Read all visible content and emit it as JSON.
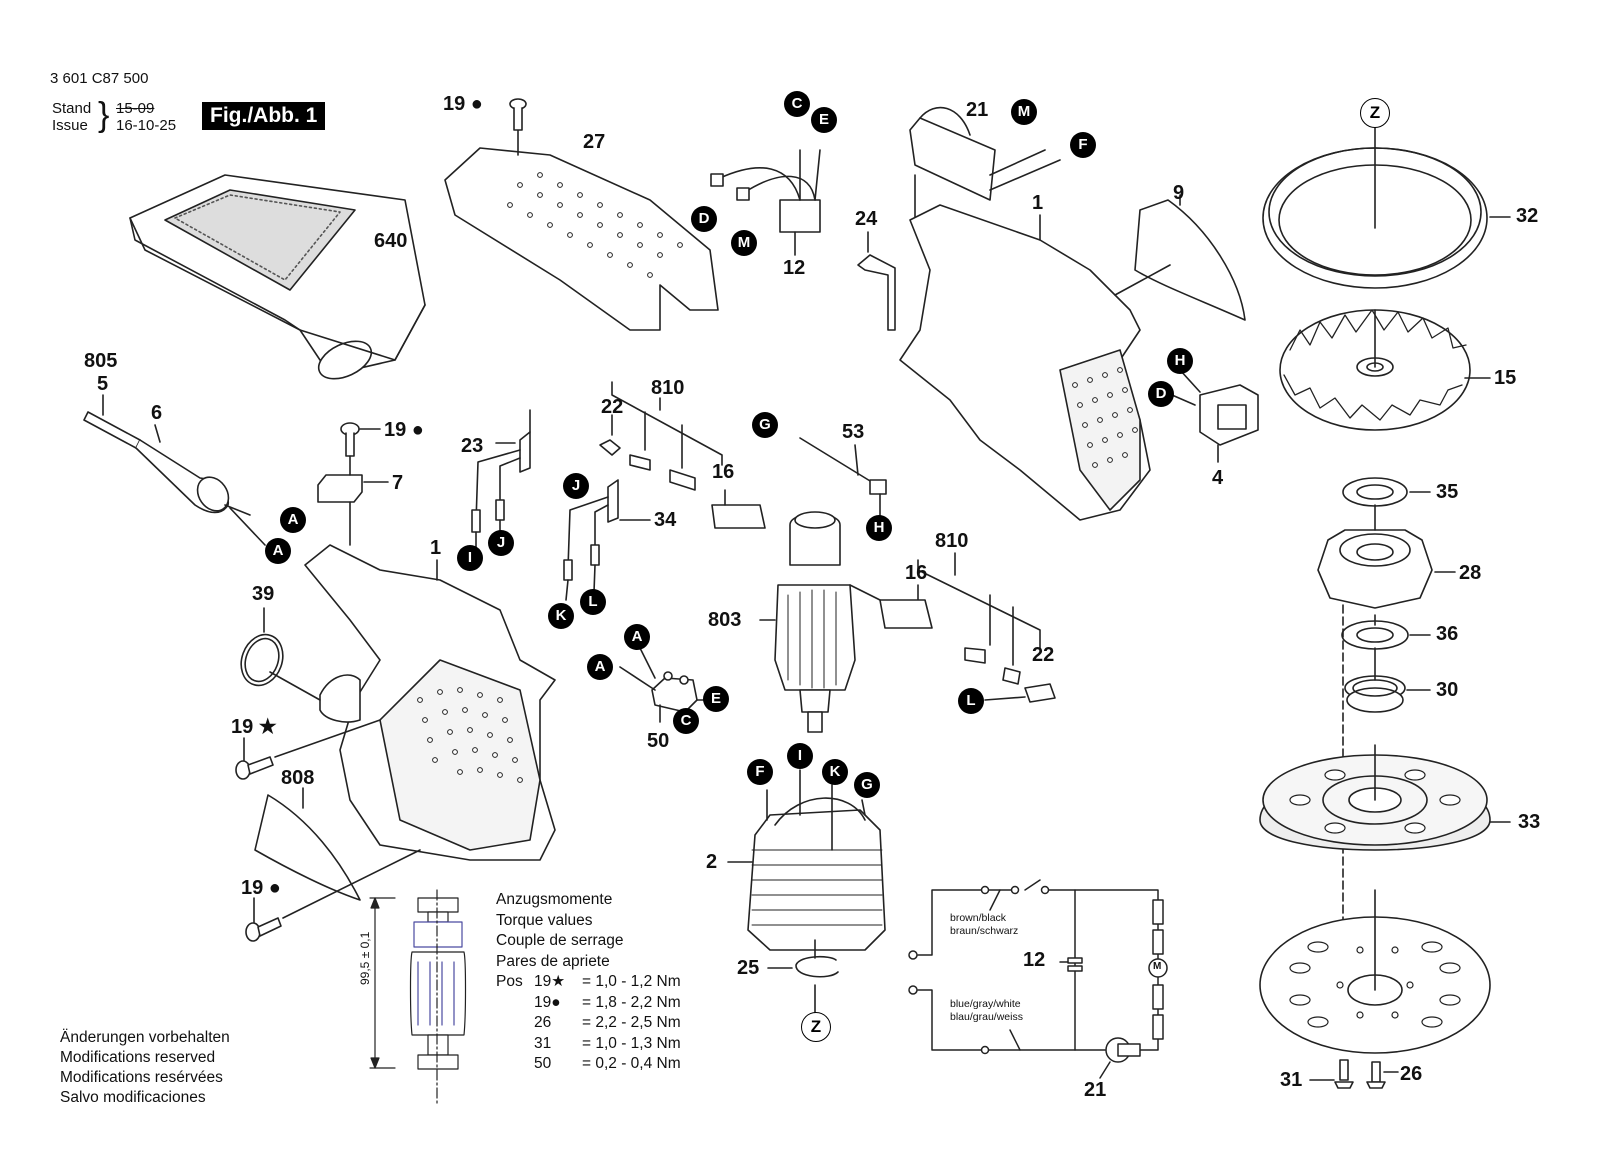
{
  "header": {
    "document_number": "3 601 C87 500",
    "stand_label": "Stand",
    "issue_label": "Issue",
    "old_date": "15-09",
    "issue_date": "16-10-25",
    "figure_badge": "Fig./Abb. 1"
  },
  "parts": [
    {
      "id": "p27",
      "label": "27"
    },
    {
      "id": "p640",
      "label": "640"
    },
    {
      "id": "p805",
      "label": "805"
    },
    {
      "id": "p5",
      "label": "5"
    },
    {
      "id": "p6",
      "label": "6"
    },
    {
      "id": "p19a",
      "label": "19 ●"
    },
    {
      "id": "p19b",
      "label": "19 ●"
    },
    {
      "id": "p7",
      "label": "7"
    },
    {
      "id": "p1a",
      "label": "1"
    },
    {
      "id": "p39",
      "label": "39"
    },
    {
      "id": "p19star",
      "label": "19 ★"
    },
    {
      "id": "p808",
      "label": "808"
    },
    {
      "id": "p19c",
      "label": "19 ●"
    },
    {
      "id": "p23",
      "label": "23"
    },
    {
      "id": "p22a",
      "label": "22"
    },
    {
      "id": "p810a",
      "label": "810"
    },
    {
      "id": "p16a",
      "label": "16"
    },
    {
      "id": "p34",
      "label": "34"
    },
    {
      "id": "p50",
      "label": "50"
    },
    {
      "id": "p12",
      "label": "12"
    },
    {
      "id": "p53",
      "label": "53"
    },
    {
      "id": "p803",
      "label": "803"
    },
    {
      "id": "p810b",
      "label": "810"
    },
    {
      "id": "p16b",
      "label": "16"
    },
    {
      "id": "p22b",
      "label": "22"
    },
    {
      "id": "p2",
      "label": "2"
    },
    {
      "id": "p25",
      "label": "25"
    },
    {
      "id": "p24",
      "label": "24"
    },
    {
      "id": "p21a",
      "label": "21"
    },
    {
      "id": "p1b",
      "label": "1"
    },
    {
      "id": "p9",
      "label": "9"
    },
    {
      "id": "p4",
      "label": "4"
    },
    {
      "id": "p32",
      "label": "32"
    },
    {
      "id": "p15",
      "label": "15"
    },
    {
      "id": "p35",
      "label": "35"
    },
    {
      "id": "p28",
      "label": "28"
    },
    {
      "id": "p36",
      "label": "36"
    },
    {
      "id": "p30",
      "label": "30"
    },
    {
      "id": "p33",
      "label": "33"
    },
    {
      "id": "p31",
      "label": "31"
    },
    {
      "id": "p26",
      "label": "26"
    },
    {
      "id": "p12s",
      "label": "12"
    },
    {
      "id": "p21s",
      "label": "21"
    }
  ],
  "connectors": {
    "A": "A",
    "C": "C",
    "D": "D",
    "E": "E",
    "F": "F",
    "G": "G",
    "H": "H",
    "I": "I",
    "J": "J",
    "K": "K",
    "L": "L",
    "M": "M",
    "Z": "Z"
  },
  "dimension": "99,5 ± 0,1",
  "torque": {
    "titles": [
      "Anzugsmomente",
      "Torque values",
      "Couple de serrage",
      "Pares de apriete"
    ],
    "pos_label": "Pos",
    "rows": [
      {
        "pos": "19★",
        "value": "= 1,0 - 1,2 Nm"
      },
      {
        "pos": "19●",
        "value": "= 1,8 - 2,2 Nm"
      },
      {
        "pos": "26",
        "value": "= 2,2 - 2,5 Nm"
      },
      {
        "pos": "31",
        "value": "= 1,0 - 1,3 Nm"
      },
      {
        "pos": "50",
        "value": "= 0,2 - 0,4 Nm"
      }
    ]
  },
  "schematic": {
    "wire_top": [
      "brown/black",
      "braun/schwarz"
    ],
    "wire_bottom": [
      "blue/gray/white",
      "blau/grau/weiss"
    ],
    "motor_symbol": "M"
  },
  "notes": [
    "Änderungen vorbehalten",
    "Modifications reserved",
    "Modifications resérvées",
    "Salvo modificaciones"
  ]
}
